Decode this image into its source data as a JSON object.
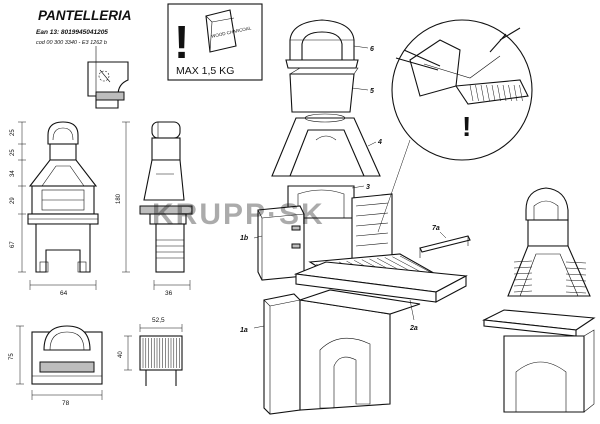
{
  "header": {
    "title": "PANTELLERIA",
    "ean": "Ean 13:   8019945041205",
    "cod": "cod  00 300 3340 - E3 1262 b"
  },
  "warning": {
    "exclamation": "!",
    "bag_label": "WOOD CHARCOAL",
    "max_load": "MAX 1,5 KG"
  },
  "dimensions": {
    "front_heights": [
      "25",
      "25",
      "34",
      "29",
      "67"
    ],
    "front_width": "64",
    "side_height": "180",
    "side_depth": "36",
    "plan_height": "75",
    "plan_width": "78",
    "grill_width": "52,5",
    "grill_height": "40"
  },
  "parts": {
    "p6": "6",
    "p5": "5",
    "p4": "4",
    "p3": "3",
    "p1b": "1b",
    "p7a": "7a",
    "p2a": "2a",
    "p1a": "1a"
  },
  "callout": {
    "exclamation": "!"
  },
  "watermark": "KRUPP·SK"
}
